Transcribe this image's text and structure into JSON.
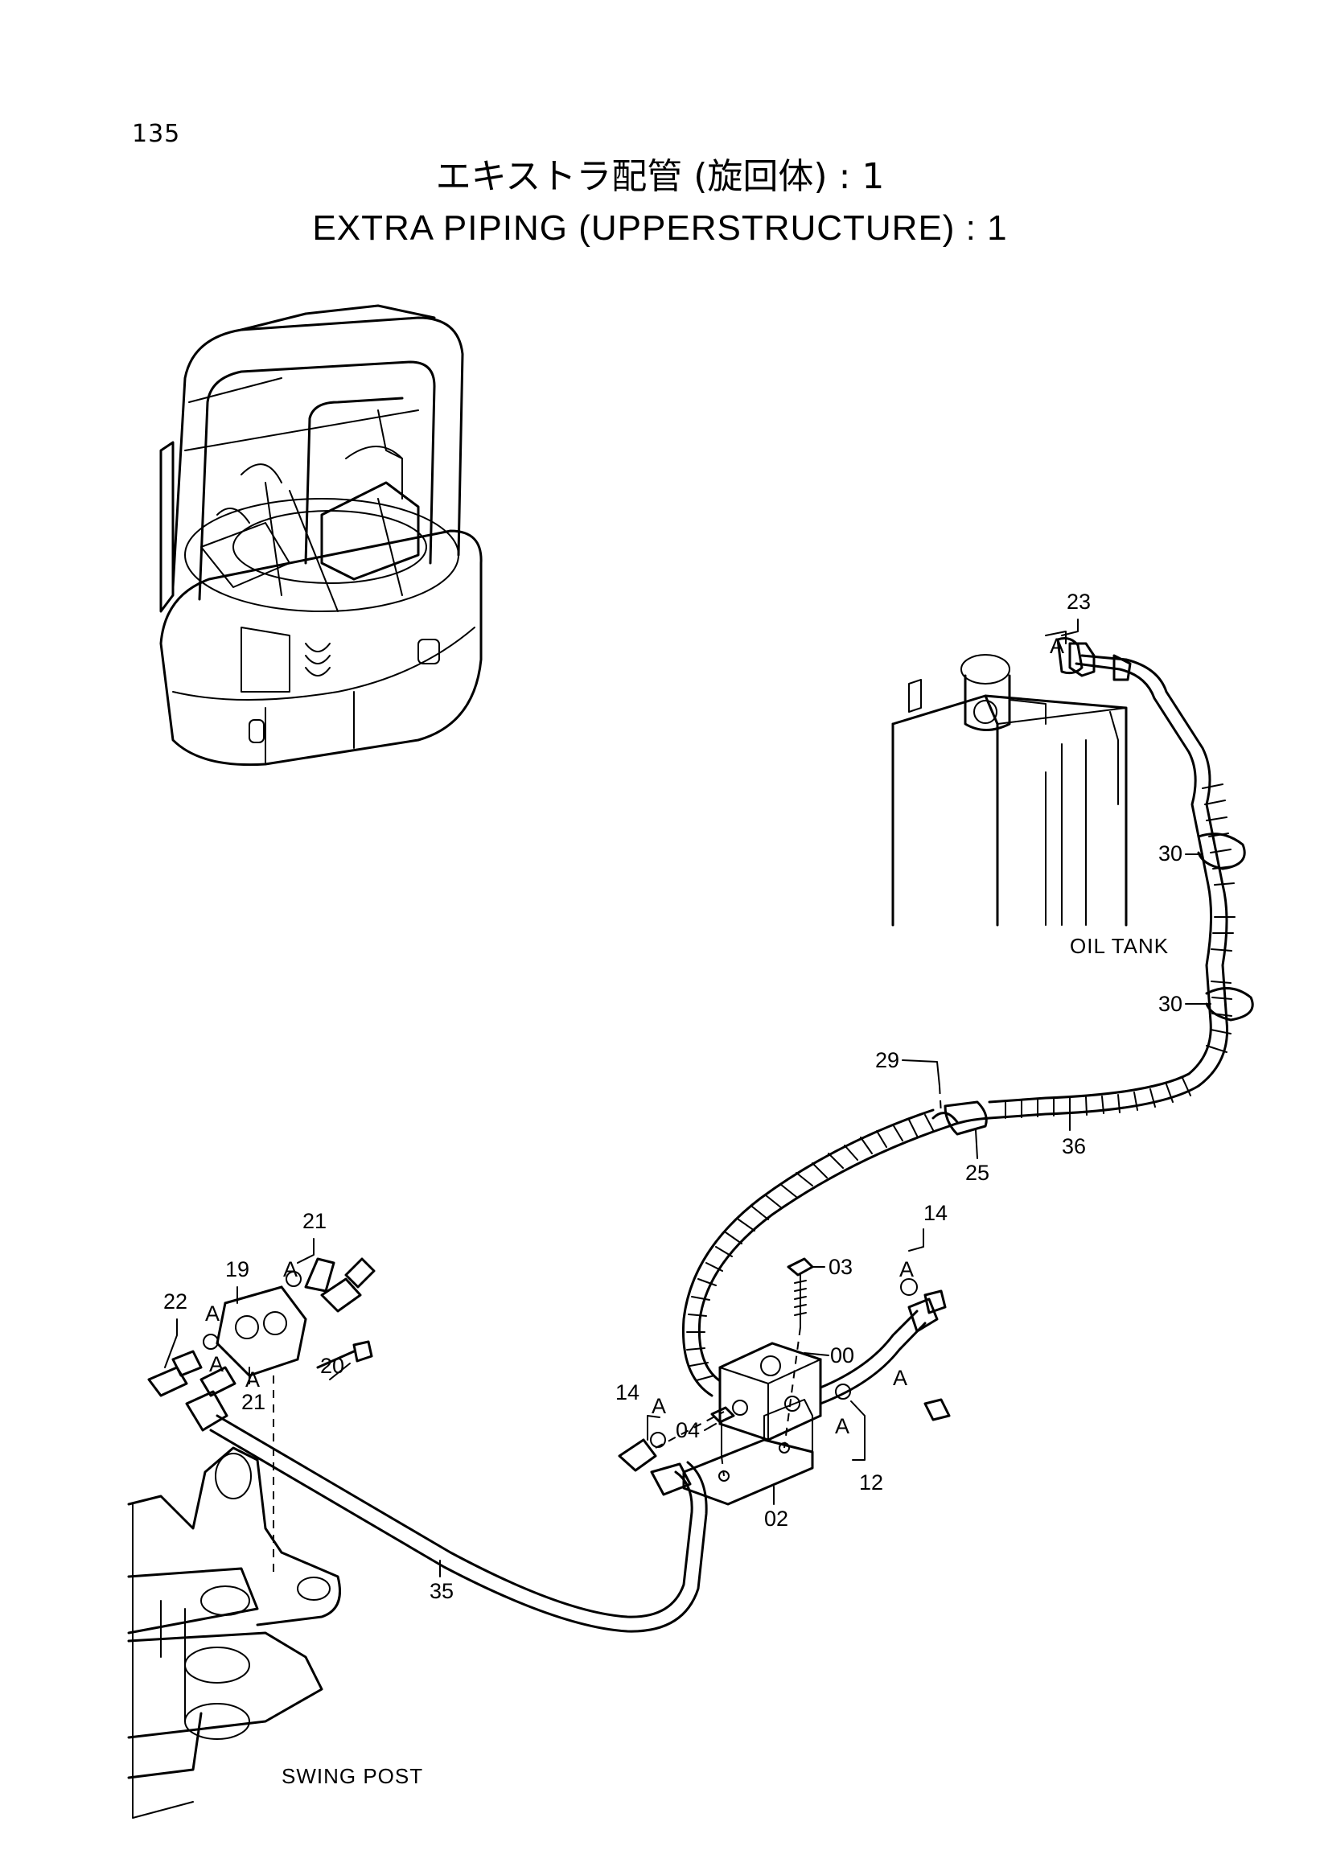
{
  "page_number": "135",
  "title_jp": "エキストラ配管 (旋回体) : 1",
  "title_en": "EXTRA  PIPING (UPPERSTRUCTURE) : 1",
  "captions": {
    "oil_tank": "OIL  TANK",
    "swing_post": "SWING  POST"
  },
  "callouts": {
    "p00": "00",
    "p02": "02",
    "p03": "03",
    "p04": "04",
    "p12": "12",
    "p14a": "14",
    "p14b": "14",
    "p19": "19",
    "p20": "20",
    "p21a": "21",
    "p21b": "21",
    "p22": "22",
    "p23": "23",
    "p25": "25",
    "p29": "29",
    "p30a": "30",
    "p30b": "30",
    "p35": "35",
    "p36": "36"
  },
  "oring_marks": {
    "a1": "A",
    "a2": "A",
    "a3": "A",
    "a4": "A",
    "a5": "A",
    "a6": "A",
    "a7": "A",
    "a8": "A",
    "a9": "A"
  }
}
